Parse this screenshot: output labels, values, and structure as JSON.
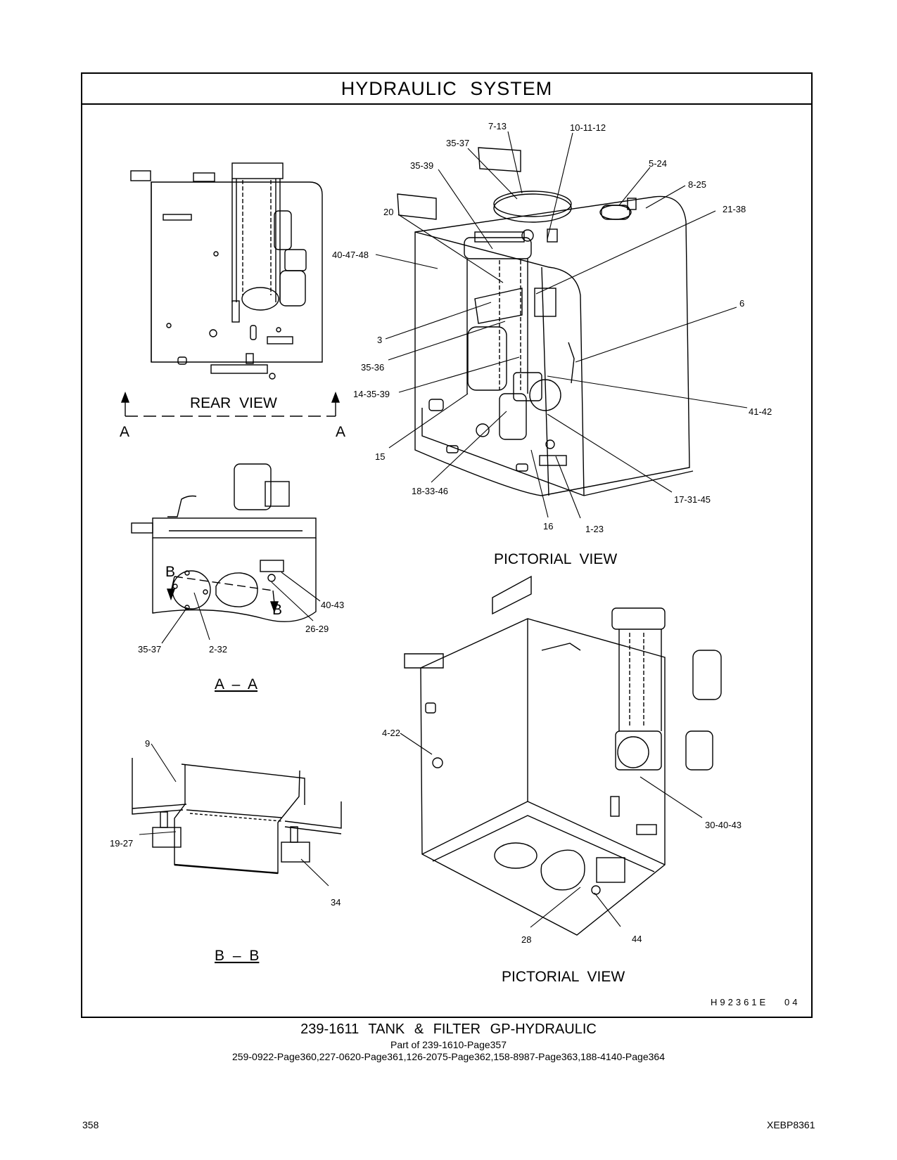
{
  "page_title": "HYDRAULIC SYSTEM",
  "views": {
    "rear": "REAR VIEW",
    "section_aa": "A – A",
    "section_bb": "B – B",
    "pictorial_top": "PICTORIAL VIEW",
    "pictorial_bottom": "PICTORIAL VIEW"
  },
  "section_markers": {
    "a": "A",
    "b": "B"
  },
  "callouts": {
    "c7_13": "7-13",
    "c10_11_12": "10-11-12",
    "c35_37_top": "35-37",
    "c35_39": "35-39",
    "c5_24": "5-24",
    "c8_25": "8-25",
    "c21_38": "21-38",
    "c20": "20",
    "c40_47_48": "40-47-48",
    "c6": "6",
    "c3": "3",
    "c35_36": "35-36",
    "c14_35_39": "14-35-39",
    "c41_42": "41-42",
    "c15": "15",
    "c18_33_46": "18-33-46",
    "c17_31_45": "17-31-45",
    "c16": "16",
    "c1_23": "1-23",
    "c40_43": "40-43",
    "c26_29": "26-29",
    "c35_37_aa": "35-37",
    "c2_32": "2-32",
    "c9": "9",
    "c19_27": "19-27",
    "c34": "34",
    "c4_22": "4-22",
    "c30_40_43": "30-40-43",
    "c28": "28",
    "c44": "44"
  },
  "drawing_code": "H92361E",
  "drawing_rev": "04",
  "footer": {
    "title": "239-1611  TANK & FILTER GP-HYDRAULIC",
    "part_of": "Part of 239-1610-Page357",
    "references": "259-0922-Page360,227-0620-Page361,126-2075-Page362,158-8987-Page363,188-4140-Page364"
  },
  "page_number": "358",
  "document_code": "XEBP8361"
}
